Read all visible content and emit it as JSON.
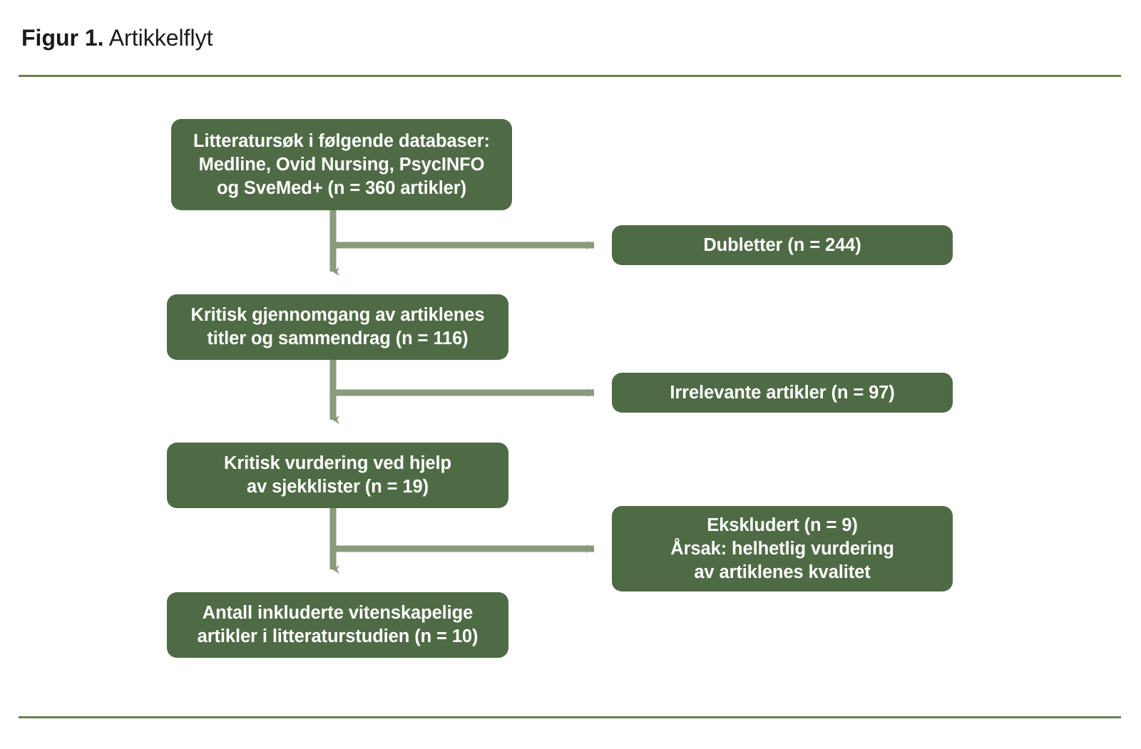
{
  "figure": {
    "label": "Figur 1.",
    "caption": " Artikkelflyt"
  },
  "colors": {
    "node_fill": "#4F6B45",
    "node_text": "#FFFFFF",
    "connector": "#8A9B7A",
    "rule": "#6A7F55",
    "background": "#FFFFFF"
  },
  "flow": {
    "main": [
      {
        "id": "search",
        "lines": [
          "Litteratursøk i følgende databaser:",
          "Medline, Ovid Nursing, PsycINFO",
          "og SveMed+ (n = 360 artikler)"
        ],
        "n": 360
      },
      {
        "id": "screen",
        "lines": [
          "Kritisk gjennomgang av artiklenes",
          "titler og sammendrag (n = 116)"
        ],
        "n": 116
      },
      {
        "id": "quality",
        "lines": [
          "Kritisk vurdering ved hjelp",
          "av sjekklister (n = 19)"
        ],
        "n": 19
      },
      {
        "id": "included",
        "lines": [
          "Antall inkluderte vitenskapelige",
          "artikler i litteraturstudien (n = 10)"
        ],
        "n": 10
      }
    ],
    "excluded": [
      {
        "id": "dupes",
        "lines": [
          "Dubletter (n = 244)"
        ],
        "n": 244
      },
      {
        "id": "irrelevant",
        "lines": [
          "Irrelevante artikler (n = 97)"
        ],
        "n": 97
      },
      {
        "id": "excluded",
        "lines": [
          "Ekskludert (n = 9)",
          "Årsak: helhetlig vurdering",
          "av artiklenes kvalitet"
        ],
        "n": 9
      }
    ]
  }
}
